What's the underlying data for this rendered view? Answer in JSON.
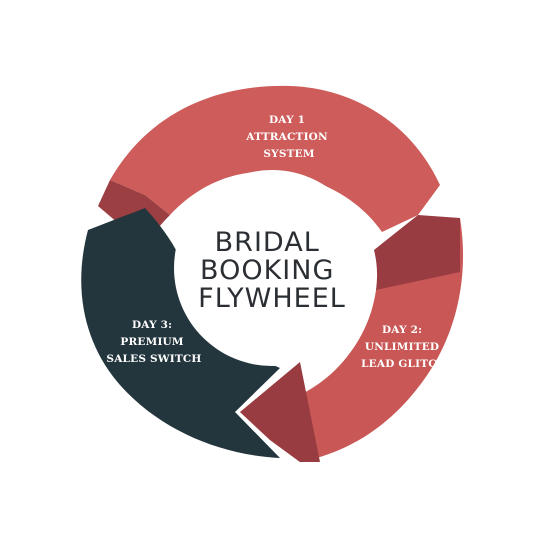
{
  "center": {
    "lines": [
      "BRIDAL",
      "BOOKING",
      "FLYWHEEL"
    ]
  },
  "segments": [
    {
      "id": "day1",
      "lines": [
        "DAY 1",
        "ATTRACTION",
        "SYSTEM"
      ],
      "color": "#cd5c5a",
      "shade": "#9c3f43"
    },
    {
      "id": "day2",
      "lines": [
        "DAY 2:",
        "UNLIMITED",
        "LEAD GLITCH"
      ],
      "color": "#c85755",
      "shade": "#983c41"
    },
    {
      "id": "day3",
      "lines": [
        "DAY 3:",
        "PREMIUM",
        "SALES SWITCH"
      ],
      "color": "#23363d",
      "shade": "#1a292f"
    }
  ],
  "colors": {
    "center_fill": "#ffffff",
    "center_text": "#2b2f33",
    "background": "#ffffff"
  }
}
